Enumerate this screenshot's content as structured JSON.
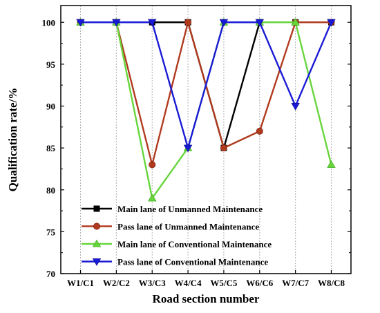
{
  "chart_data": {
    "type": "line",
    "title": "",
    "xlabel": "Road section number",
    "ylabel": "Qualification rate/%",
    "categories": [
      "W1/C1",
      "W2/C2",
      "W3/C3",
      "W4/C4",
      "W5/C5",
      "W6/C6",
      "W7/C7",
      "W8/C8"
    ],
    "ylim": [
      70,
      102
    ],
    "yticks": [
      70,
      75,
      80,
      85,
      90,
      95,
      100
    ],
    "grid": "vertical-dotted",
    "legend_position": "bottom-center",
    "series": [
      {
        "name": "Main lane of Unmanned Maintenance",
        "color": "#000000",
        "marker": "square",
        "values": [
          100,
          100,
          100,
          100,
          85,
          100,
          100,
          100
        ]
      },
      {
        "name": "Pass lane of Unmanned Maintenance",
        "color": "#b03a1e",
        "marker": "circle",
        "values": [
          100,
          100,
          83,
          100,
          85,
          87,
          100,
          100
        ]
      },
      {
        "name": "Main lane of Conventional Maintenance",
        "color": "#66d63a",
        "marker": "triangle-up",
        "values": [
          100,
          100,
          79,
          85,
          100,
          100,
          100,
          83
        ]
      },
      {
        "name": "Pass lane of Conventional  Maintenance",
        "color": "#1a1ad6",
        "marker": "triangle-down",
        "values": [
          100,
          100,
          100,
          85,
          100,
          100,
          90,
          100
        ]
      }
    ]
  }
}
